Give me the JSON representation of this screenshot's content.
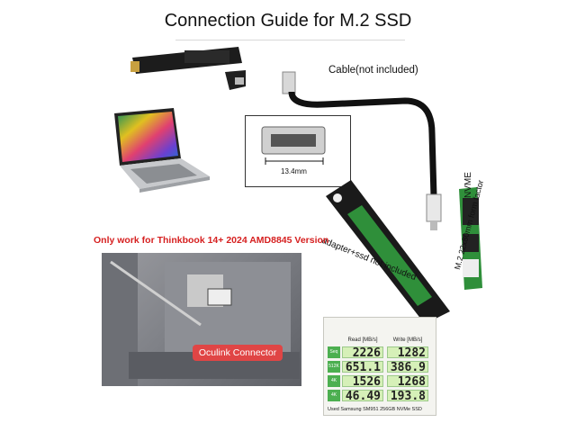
{
  "title": "Connection Guide for M.2 SSD",
  "cable_label": "Cable(not included)",
  "detail_dimension": "13.4mm",
  "compat_note": "Only work for Thinkbook 14+ 2024 AMD8845 Version",
  "connector_label": "Oculink Connector",
  "nvme_label": "NVME",
  "form_factor_label": "M.2 22x80mm form factor",
  "adapter_label": "adapter+ssd not included",
  "benchmark": {
    "read_header": "Read [MB/s]",
    "write_header": "Write [MB/s]",
    "rows": [
      {
        "label": "Seq",
        "read": "2226",
        "write": "1282"
      },
      {
        "label": "512K",
        "read": "651.1",
        "write": "386.9"
      },
      {
        "label": "4K",
        "read": "1526",
        "write": "1268"
      },
      {
        "label": "4K QD32",
        "read": "46.49",
        "write": "193.8"
      }
    ],
    "footer": "Used Samsung SM951 256GB NVMe SSD"
  },
  "colors": {
    "accent_red": "#d62020",
    "button_red": "#e04545",
    "pcb_green": "#2f8f3a"
  }
}
